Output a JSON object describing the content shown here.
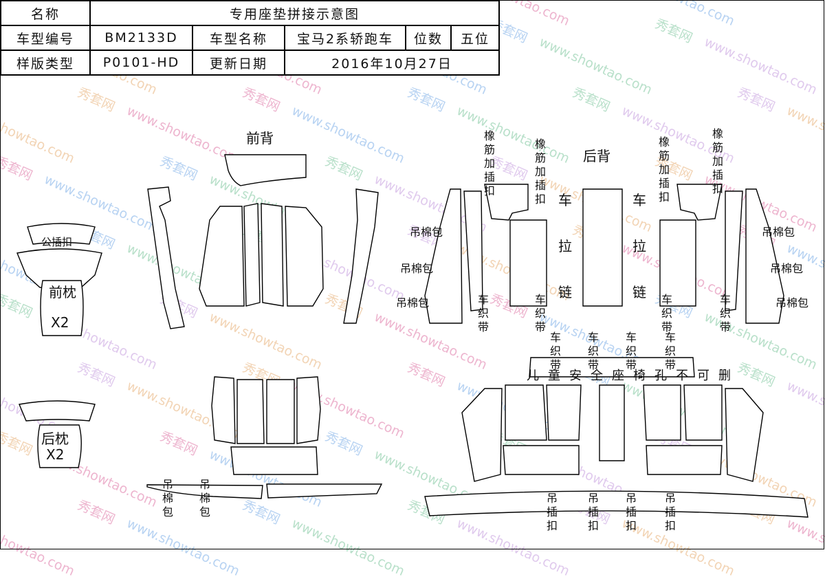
{
  "table": {
    "r1": {
      "name_label": "名称",
      "name_value": "专用座垫拼接示意图"
    },
    "r2": {
      "code_label": "车型编号",
      "code_value": "BM2133D",
      "model_label": "车型名称",
      "model_value": "宝马2系轿跑车",
      "seats_label": "位数",
      "seats_value": "五位"
    },
    "r3": {
      "type_label": "样版类型",
      "type_value": "P0101-HD",
      "date_label": "更新日期",
      "date_value": "2016年10月27日"
    }
  },
  "watermark": {
    "cn": "秀套网",
    "en": "www.showtao.com",
    "colors": [
      "#e07aa8",
      "#7fb0e8",
      "#80c8a0",
      "#c7a0e0",
      "#e8b27a"
    ]
  },
  "labels": {
    "front_back": "前背",
    "rear_back": "后背",
    "front_pillow_tab": "公插扣",
    "front_pillow": "前枕",
    "front_pillow_qty": "X2",
    "rear_pillow": "后枕",
    "rear_pillow_qty": "X2",
    "rubber_clip": "橡筋加插扣",
    "hang_pad": "吊棉包",
    "car_strap": "车织带",
    "zipper": "车拉链",
    "child_seat": "儿童安全座椅孔不可删",
    "hang_clip": "吊插扣"
  }
}
